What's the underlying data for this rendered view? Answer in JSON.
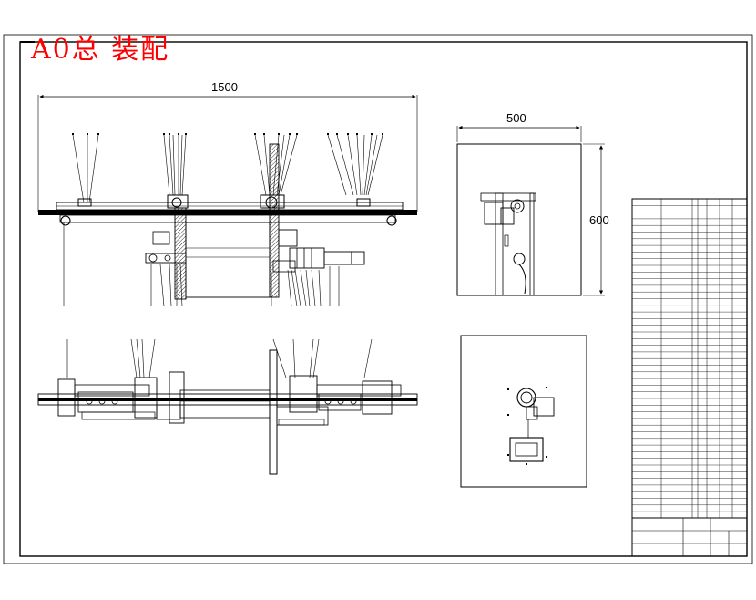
{
  "drawing": {
    "title": "A0总 装配",
    "dimensions": {
      "overall_width": "1500",
      "side_view_width": "500",
      "side_view_height": "600"
    }
  },
  "colors": {
    "title": "#ff0000",
    "line": "#000000",
    "background": "#ffffff"
  }
}
